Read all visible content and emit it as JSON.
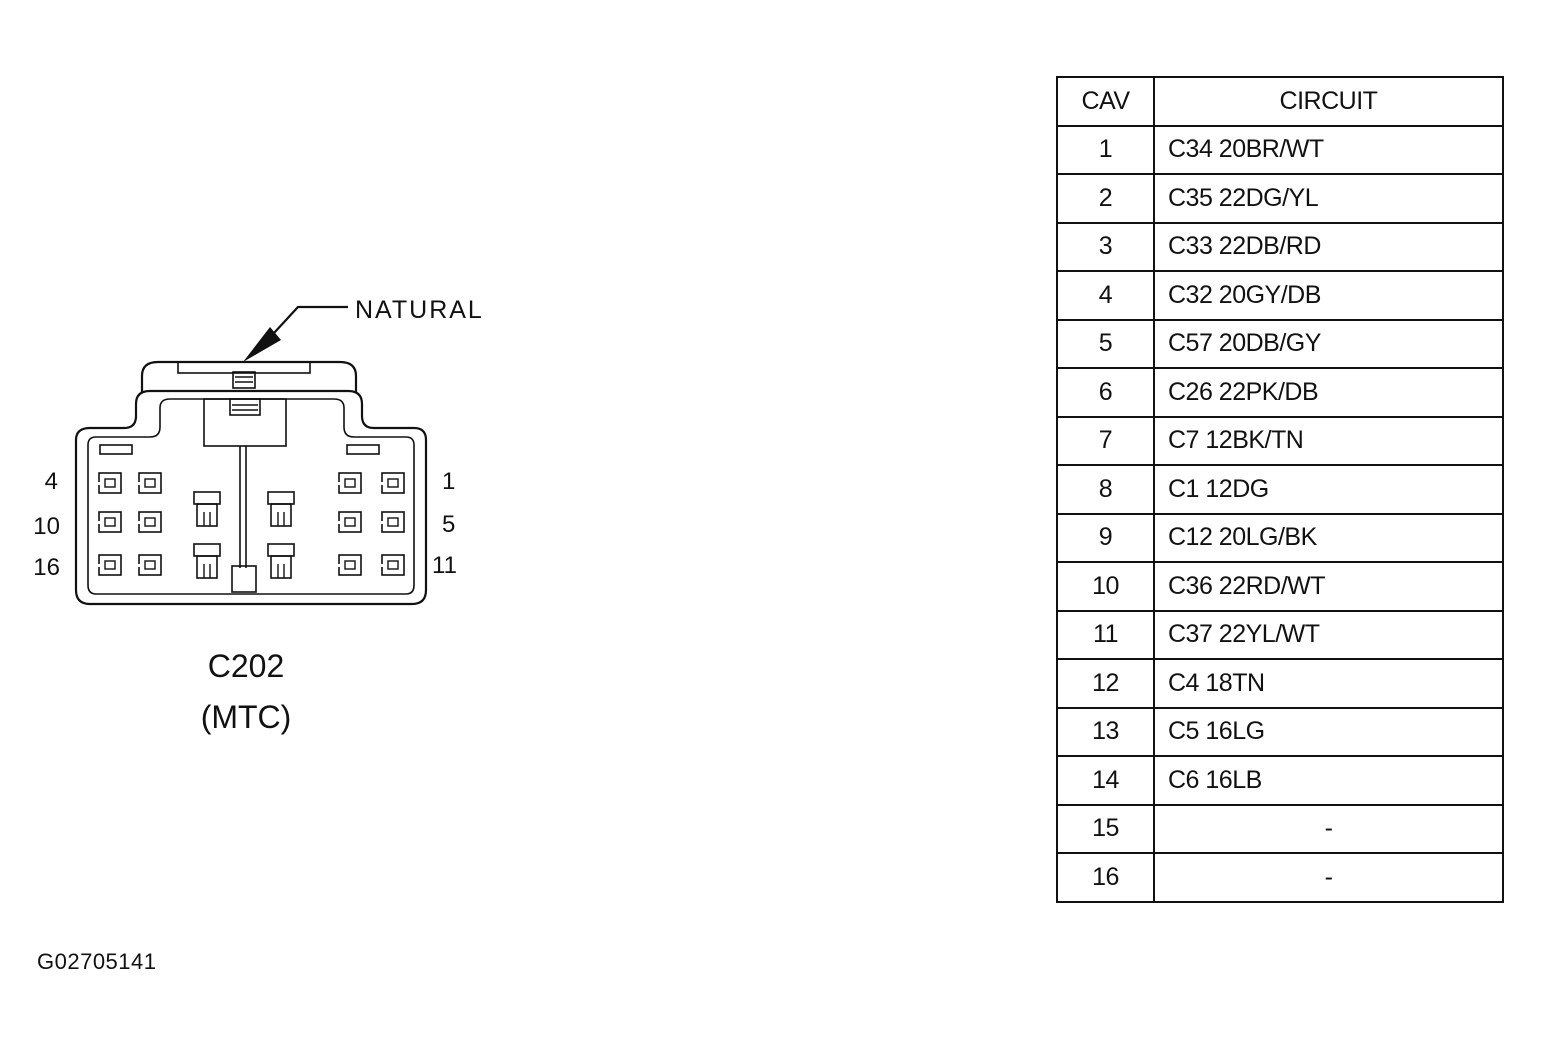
{
  "connector": {
    "name": "C202",
    "subtitle": "(MTC)",
    "color_label": "NATURAL",
    "pin_labels_left": [
      "4",
      "10",
      "16"
    ],
    "pin_labels_right": [
      "1",
      "5",
      "11"
    ]
  },
  "table": {
    "headers": {
      "cav": "CAV",
      "circuit": "CIRCUIT"
    },
    "rows": [
      {
        "cav": "1",
        "circuit": "C34 20BR/WT"
      },
      {
        "cav": "2",
        "circuit": "C35 22DG/YL"
      },
      {
        "cav": "3",
        "circuit": "C33 22DB/RD"
      },
      {
        "cav": "4",
        "circuit": "C32 20GY/DB"
      },
      {
        "cav": "5",
        "circuit": "C57 20DB/GY"
      },
      {
        "cav": "6",
        "circuit": "C26 22PK/DB"
      },
      {
        "cav": "7",
        "circuit": "C7 12BK/TN"
      },
      {
        "cav": "8",
        "circuit": "C1 12DG"
      },
      {
        "cav": "9",
        "circuit": "C12 20LG/BK"
      },
      {
        "cav": "10",
        "circuit": "C36 22RD/WT"
      },
      {
        "cav": "11",
        "circuit": "C37 22YL/WT"
      },
      {
        "cav": "12",
        "circuit": "C4 18TN"
      },
      {
        "cav": "13",
        "circuit": "C5 16LG"
      },
      {
        "cav": "14",
        "circuit": "C6 16LB"
      },
      {
        "cav": "15",
        "circuit": "-"
      },
      {
        "cav": "16",
        "circuit": "-"
      }
    ]
  },
  "figure_id": "G02705141"
}
